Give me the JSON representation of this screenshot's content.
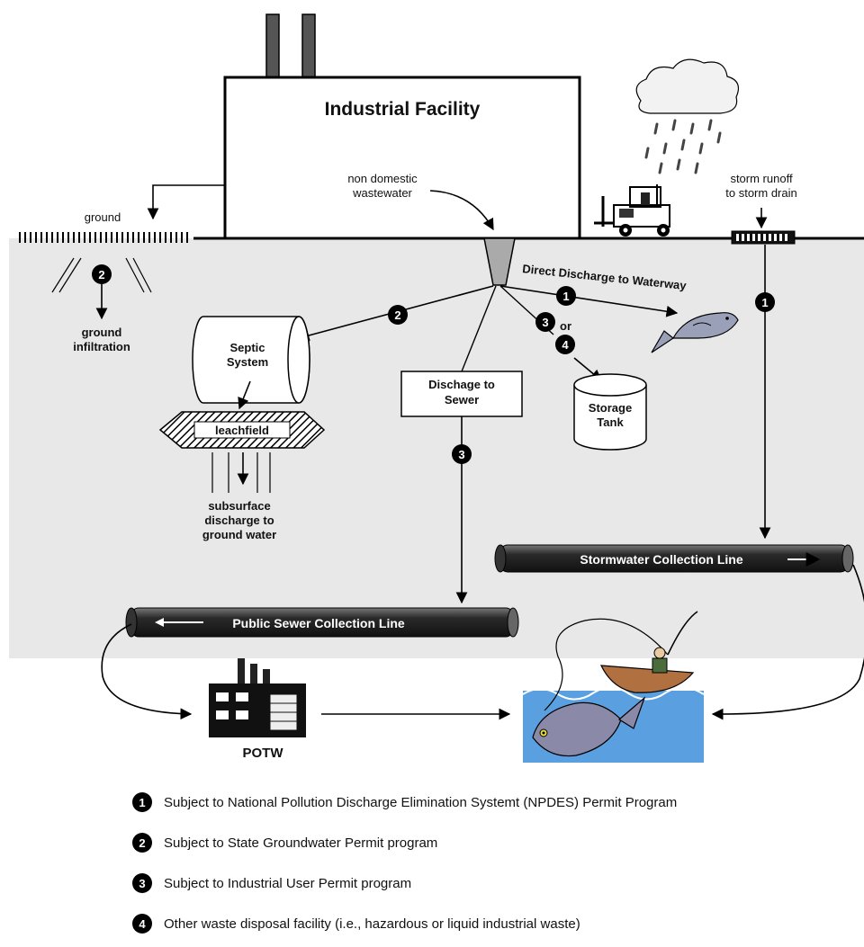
{
  "facility": {
    "title": "Industrial Facility"
  },
  "labels": {
    "non_domestic_1": "non domestic",
    "non_domestic_2": "wastewater",
    "ground": "ground",
    "ground_infiltration_1": "ground",
    "ground_infiltration_2": "infiltration",
    "storm_runoff_1": "storm runoff",
    "storm_runoff_2": "to storm drain",
    "direct_discharge": "Direct Discharge to Waterway",
    "or": "or",
    "septic_1": "Septic",
    "septic_2": "System",
    "leachfield": "leachfield",
    "subsurface_1": "subsurface",
    "subsurface_2": "discharge to",
    "subsurface_3": "ground water",
    "sewer_box_1": "Dischage to",
    "sewer_box_2": "Sewer",
    "storage_1": "Storage",
    "storage_2": "Tank",
    "stormwater_line": "Stormwater Collection Line",
    "public_sewer_line": "Public Sewer Collection Line",
    "potw": "POTW"
  },
  "badges": {
    "ground_infiltration": "2",
    "direct_waterway": "1",
    "septic": "2",
    "storage_a": "3",
    "storage_b": "4",
    "sewer": "3",
    "storm": "1"
  },
  "legend": [
    {
      "num": "1",
      "text": "Subject to National Pollution Discharge Elimination Systemt (NPDES) Permit Program"
    },
    {
      "num": "2",
      "text": "Subject to State Groundwater Permit program"
    },
    {
      "num": "3",
      "text": "Subject to Industrial User Permit program"
    },
    {
      "num": "4",
      "text": "Other waste disposal facility (i.e., hazardous or liquid industrial waste)"
    }
  ],
  "colors": {
    "underground": "#e8e8e8",
    "pipe": "#3a3a3a",
    "water": "#5aa0e0",
    "fish": "#8a8aa8",
    "boat": "#b07040"
  }
}
